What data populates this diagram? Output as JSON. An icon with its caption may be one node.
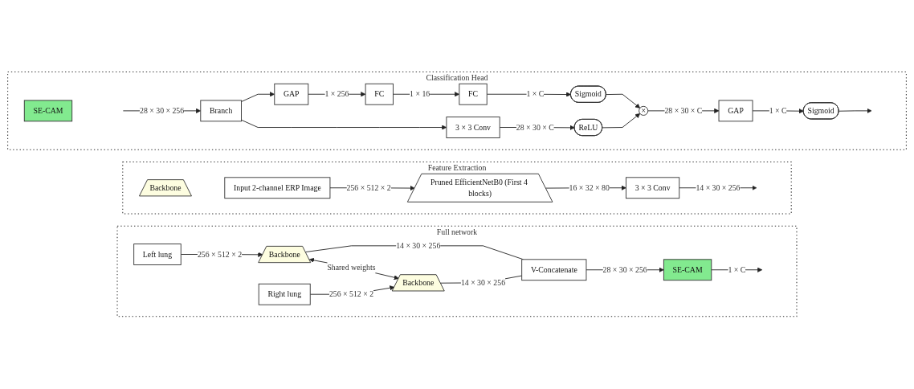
{
  "diagram": {
    "nodes": [
      {
        "text": [
          "Full network"
        ]
      },
      {
        "text": [
          "Left lung"
        ],
        "in": 0
      },
      {
        "text": [
          "Backbone"
        ],
        "in": 0
      },
      {
        "text": [
          "Right lung"
        ],
        "in": 0
      },
      {
        "text": [
          "Backbone"
        ],
        "in": 0
      },
      {
        "text": [
          "V-Concatenate"
        ],
        "in": 0
      },
      {
        "text": [
          "SE-CAM"
        ],
        "in": 0
      },
      {
        "text": [
          "Feature Extraction"
        ]
      },
      {
        "text": [
          "Backbone"
        ],
        "in": 7
      },
      {
        "text": [
          "Input 2-channel ERP Image"
        ],
        "in": 7
      },
      {
        "text": [
          "Pruned EfficientNetB0 (First 4 blocks)"
        ],
        "in": 7
      },
      {
        "text": [
          "3 × 3 Conv"
        ],
        "in": 7
      },
      {
        "text": [
          "Classification Head"
        ]
      },
      {
        "text": [
          "SE-CAM"
        ],
        "in": 12
      },
      {
        "text": [
          "Branch"
        ],
        "in": 12
      },
      {
        "text": [
          "GAP"
        ],
        "in": 12
      },
      {
        "text": [
          "FC"
        ],
        "in": 12
      },
      {
        "text": [
          "FC"
        ],
        "in": 12
      },
      {
        "text": [
          "Sigmoid"
        ],
        "in": 12
      },
      {
        "text": [
          "3 × 3 Conv"
        ],
        "in": 12
      },
      {
        "text": [
          "ReLU"
        ],
        "in": 12
      },
      {
        "text": [
          "×"
        ],
        "in": 12
      },
      {
        "text": [
          "GAP"
        ],
        "in": 12
      },
      {
        "text": [
          "Sigmoid"
        ],
        "in": 12
      }
    ],
    "edges": [
      {
        "from": 1,
        "to": 2,
        "arrow": "to",
        "label": "256 × 512 × 2"
      },
      {
        "from": 3,
        "to": 4,
        "arrow": "to",
        "label": "256 × 512 × 2"
      },
      {
        "from": 2,
        "to": 4,
        "arrow": "both",
        "label": "Shared weights"
      },
      {
        "from": 2,
        "to": 5,
        "arrow": "none",
        "label": "14 × 30 × 256"
      },
      {
        "from": 4,
        "to": 5,
        "arrow": "none",
        "label": "14 × 30 × 256"
      },
      {
        "from": 5,
        "to": 6,
        "arrow": "to",
        "label": "28 × 30 × 256"
      },
      {
        "from": 6,
        "to": null,
        "arrow": "to",
        "label": "1 × C"
      },
      {
        "from": 9,
        "to": 10,
        "arrow": "to",
        "label": "256 × 512 × 2"
      },
      {
        "from": 10,
        "to": 11,
        "arrow": "to",
        "label": "16 × 32 × 80"
      },
      {
        "from": 11,
        "to": null,
        "arrow": "to",
        "label": "14 × 30 × 256"
      },
      {
        "from": null,
        "to": 14,
        "arrow": "to",
        "label": "28 × 30 × 256"
      },
      {
        "from": 14,
        "to": 15,
        "arrow": "to"
      },
      {
        "from": 14,
        "to": 19,
        "arrow": "to"
      },
      {
        "from": 15,
        "to": 16,
        "arrow": "to",
        "label": "1 × 256"
      },
      {
        "from": 16,
        "to": 17,
        "arrow": "to",
        "label": "1 × 16"
      },
      {
        "from": 17,
        "to": 18,
        "arrow": "to",
        "label": "1 × C"
      },
      {
        "from": 19,
        "to": 20,
        "arrow": "to",
        "label": "28 × 30 × C"
      },
      {
        "from": 18,
        "to": 21,
        "arrow": "to"
      },
      {
        "from": 20,
        "to": 21,
        "arrow": "to"
      },
      {
        "from": 21,
        "to": 22,
        "arrow": "to",
        "label": "28 × 30 × C"
      },
      {
        "from": 22,
        "to": 23,
        "arrow": "to",
        "label": "1 × C"
      },
      {
        "from": 23,
        "to": null,
        "arrow": "to"
      }
    ]
  }
}
